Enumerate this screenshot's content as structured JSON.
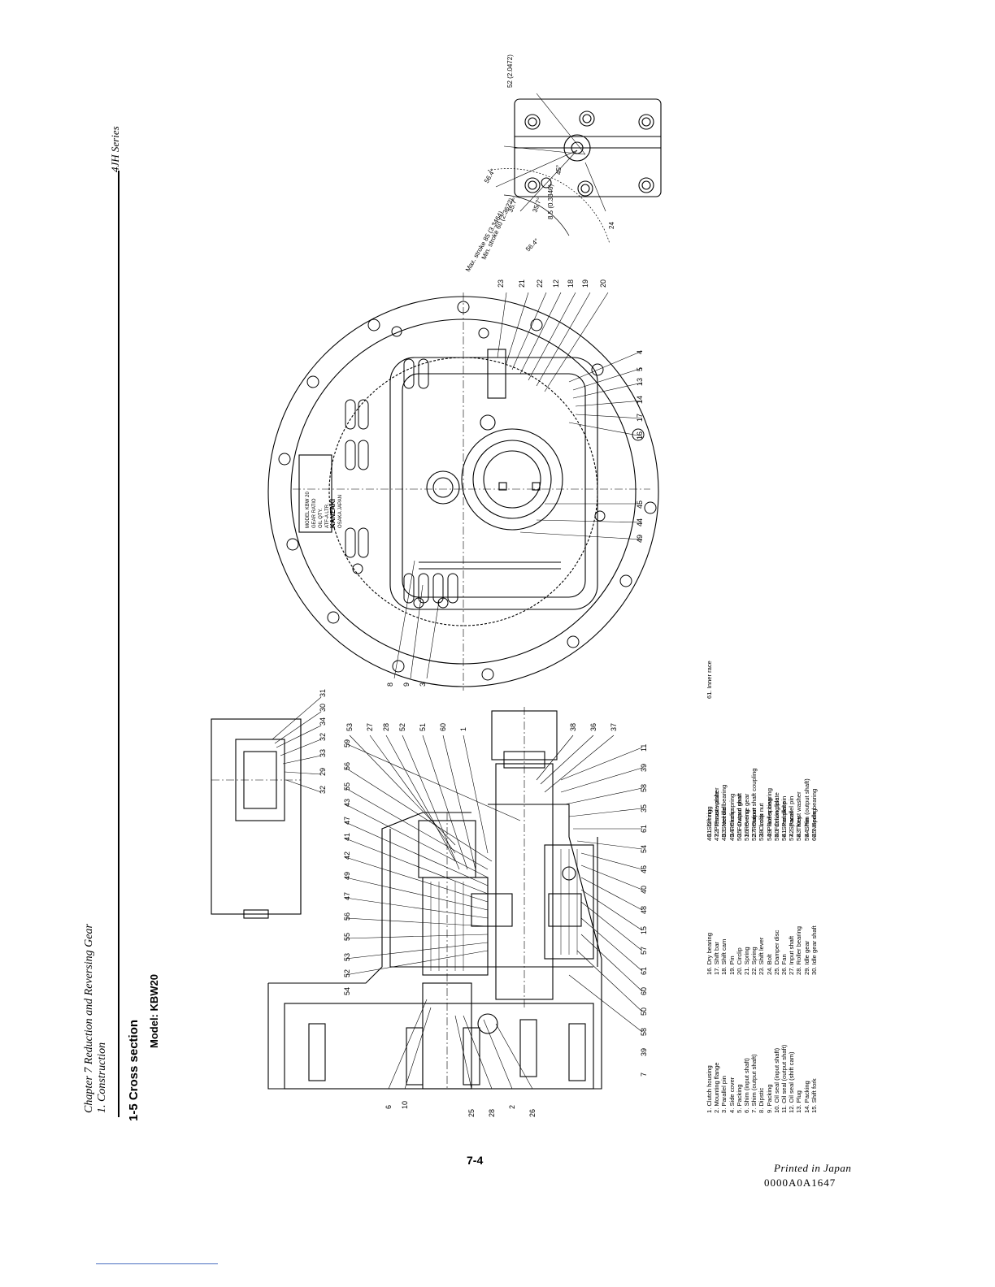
{
  "header": {
    "chapter": "Chapter 7 Reduction and Reversing Gear",
    "subsection": "1. Construction",
    "series": "4JH Series"
  },
  "section": {
    "title": "1-5 Cross section",
    "model": "Model: KBW20"
  },
  "top_view": {
    "callouts_top": [
      "23",
      "21",
      "22",
      "12",
      "18",
      "19",
      "20"
    ],
    "callouts_right": [
      "4",
      "5",
      "13",
      "14",
      "17",
      "16"
    ],
    "callouts_bottom_right": [
      "45",
      "44",
      "49"
    ],
    "callouts_left": [
      "8",
      "9",
      "3"
    ],
    "plate_lines": [
      "MODEL KBW 20",
      "GEAR RATIO",
      "OIL QTY.",
      "ATF-A LTR.",
      "KANZAKI",
      "OSAKA JAPAN"
    ]
  },
  "lever_view": {
    "callout": "24",
    "dims": [
      "52 (2.0472)",
      "56.4°",
      "45°",
      "8.5 (0.3346)",
      "35.7°",
      "35.7°",
      "Min. stroke 60 (2.3622)",
      "Max. stroke 85 (3.3464)",
      "56.4°"
    ]
  },
  "side_view": {
    "callouts_top": [
      "31",
      "30",
      "34",
      "32",
      "33",
      "29",
      "32",
      "53",
      "27",
      "28",
      "52",
      "51",
      "60",
      "1",
      "38",
      "36",
      "37"
    ],
    "callouts_right": [
      "11",
      "39",
      "58",
      "35",
      "61",
      "54",
      "46",
      "40",
      "48",
      "15",
      "57",
      "61",
      "60",
      "50",
      "58",
      "39",
      "7"
    ],
    "callouts_left": [
      "59",
      "56",
      "55",
      "43",
      "47",
      "41",
      "42",
      "49",
      "47",
      "56",
      "55",
      "53",
      "52",
      "54"
    ],
    "callouts_bottom": [
      "6",
      "10",
      "25",
      "28",
      "2",
      "26"
    ]
  },
  "legend": {
    "col1": [
      "1. Clutch housing",
      "2. Mounting flange",
      "3. Parallel pin",
      "4. Side cover",
      "5. Packing",
      "6. Shim (input shaft)",
      "7. Shim (output shaft)",
      "8. Dipstic",
      "9. Packing",
      "10. Oil seal (input shaft)",
      "11. Oil seal (output shaft)",
      "12. Oil seal (shift cam)",
      "13. Plug",
      "14. Packing",
      "15. Shift fork"
    ],
    "col2": [
      "16. Dry bearing",
      "17. Shift bar",
      "18. Shift cam",
      "19. Pin",
      "20. Circlip",
      "21. Spring",
      "22. Spring",
      "23. Shift lever",
      "24. Bolt",
      "25. Damper disc",
      "26. Fan",
      "27. Input shaft",
      "28. Roller bearing",
      "29. Idle gear",
      "30. Idle gear shaft"
    ],
    "col3": [
      "31. O-ring",
      "32. Thrust washer",
      "33. Needle bearing",
      "34. Circlip",
      "35. Output shaft",
      "36. O-ring",
      "37. Output shaft coupling",
      "38. Lock nut",
      "39. Roller bearing",
      "40. Driving plate",
      "41. Parallel pin",
      "42. Parallel pin",
      "43. Key",
      "44. Pin",
      "45. Spring"
    ],
    "col4": [
      "46. Shift ring",
      "47. Pressure plate",
      "48. Steel ball",
      "49. Return spring",
      "50. Forward gear",
      "51. Reverse gear",
      "52. Retainer",
      "53. Circlip",
      "54. Plate spring",
      "55. Friction disc",
      "56. Steel plate",
      "57. Spacer",
      "58. Thrust washer",
      "59. Shim (output shaft)",
      "60. Needle bearing"
    ],
    "col5": [
      "61. Inner race"
    ]
  },
  "footer": {
    "page_number": "7-4",
    "printed": "Printed in Japan",
    "code": "0000A0A1647"
  }
}
